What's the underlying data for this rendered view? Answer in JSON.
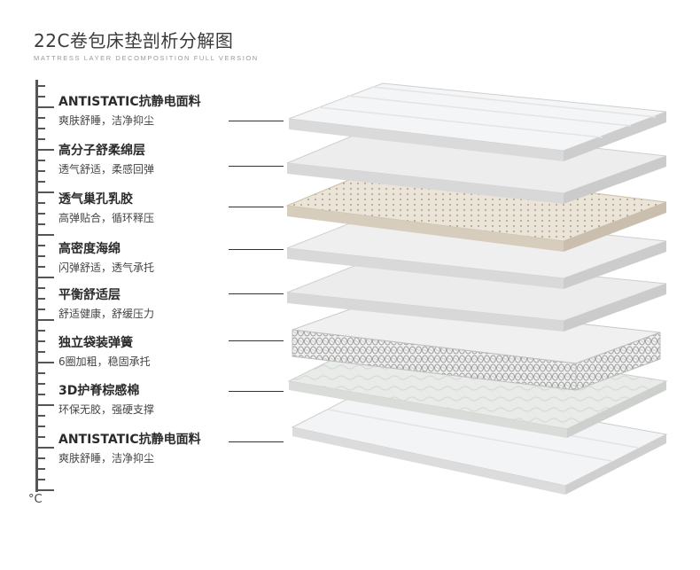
{
  "header": {
    "title": "22C卷包床垫剖析分解图",
    "subtitle": "MATTRESS LAYER DECOMPOSITION FULL VERSION"
  },
  "ruler": {
    "unit": "°C"
  },
  "layers": [
    {
      "name": "ANTISTATIC抗静电面料",
      "desc": "爽肤舒睡，洁净抑尘"
    },
    {
      "name": "高分子舒柔绵层",
      "desc": "透气舒适，柔感回弹"
    },
    {
      "name": "透气巢孔乳胶",
      "desc": "高弹贴合，循环释压"
    },
    {
      "name": "高密度海绵",
      "desc": "闪弹舒适，透气承托"
    },
    {
      "name": "平衡舒适层",
      "desc": "舒适健康，舒缓压力"
    },
    {
      "name": "独立袋装弹簧",
      "desc": "6圈加粗，稳固承托"
    },
    {
      "name": "3D护脊棕感棉",
      "desc": "环保无胶，强硬支撑"
    },
    {
      "name": "ANTISTATIC抗静电面料",
      "desc": "爽肤舒睡，洁净抑尘"
    }
  ],
  "colors": {
    "fabric": "#f2f3f4",
    "foam": "#ebebeb",
    "latex": "#e9e2d6",
    "spring": "#e6e6e6",
    "coir": "#e4e8e4",
    "edge": "#c9c9c9"
  }
}
